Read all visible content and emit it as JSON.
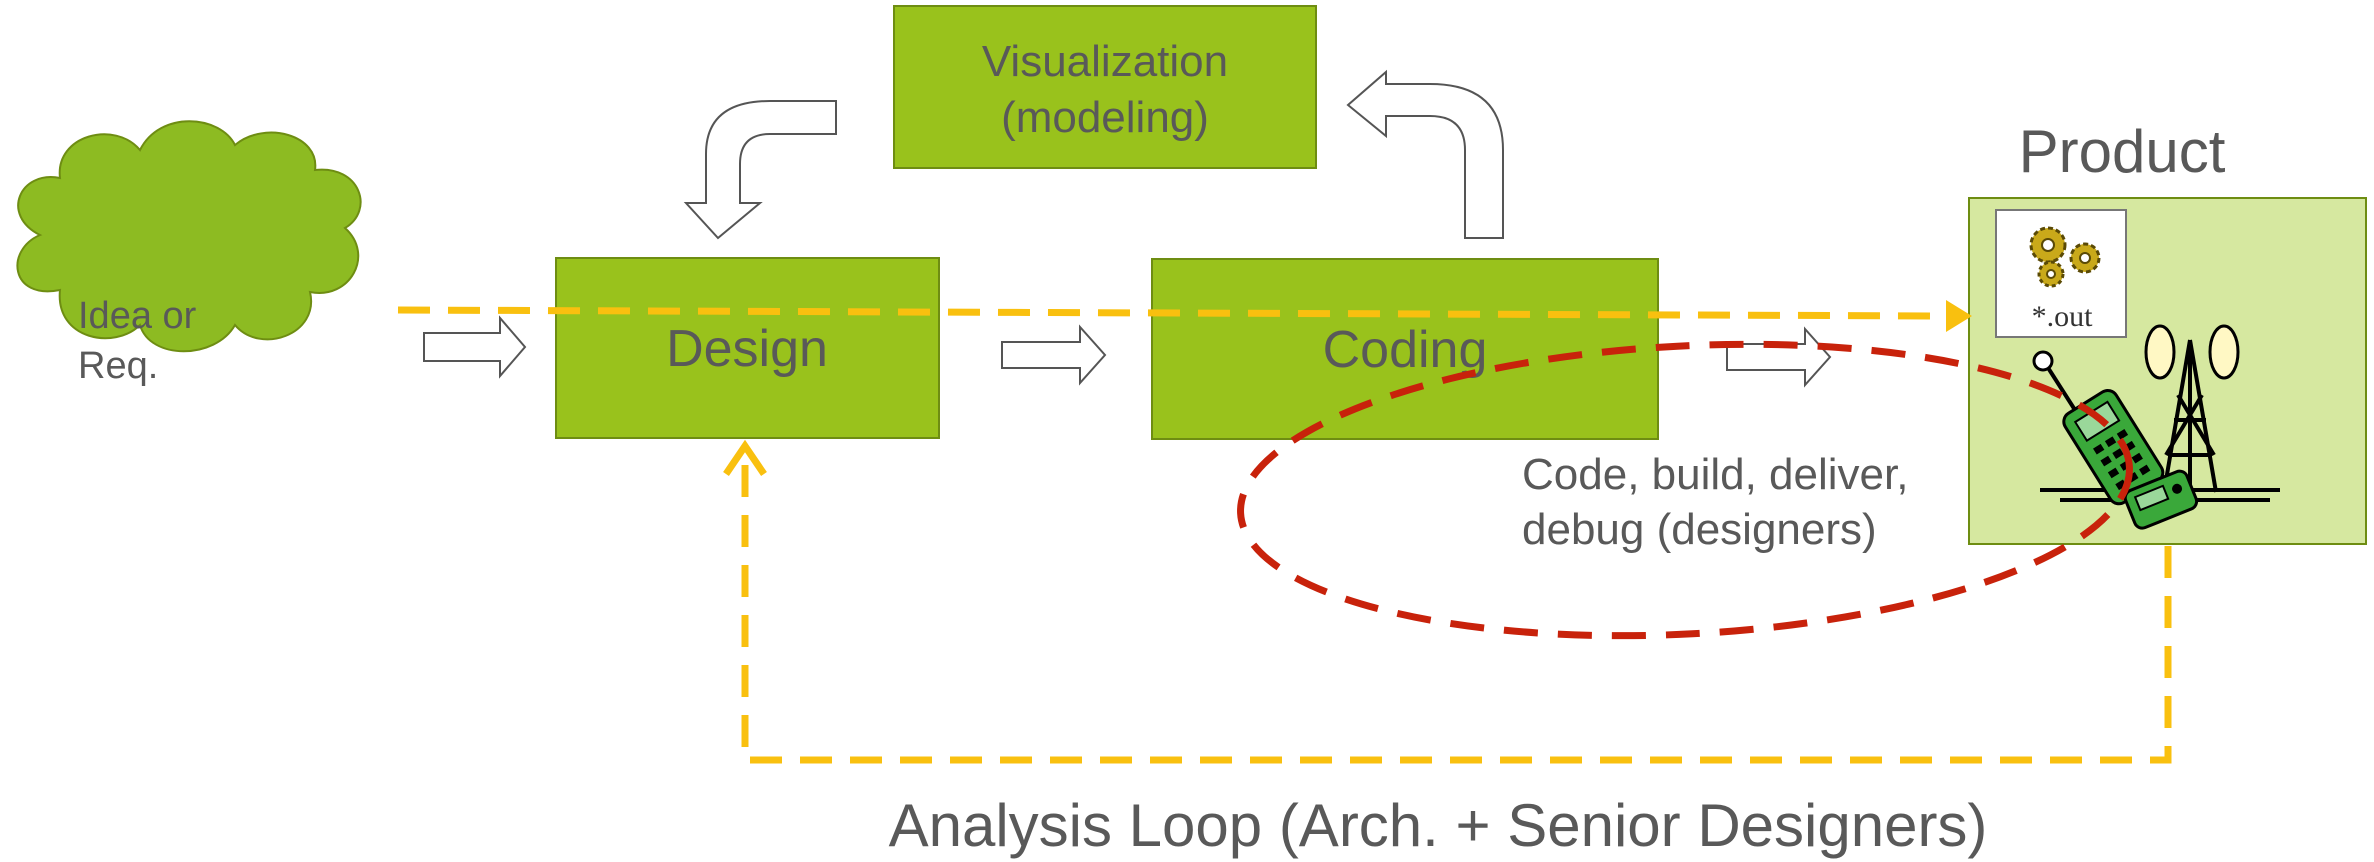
{
  "colors": {
    "box_fill": "#99c21c",
    "box_stroke": "#6e8d12",
    "cloud_fill": "#8dbb22",
    "product_fill": "#d6e8a0",
    "text": "#595959",
    "yellow_dash": "#f9c00f",
    "red_dash": "#c8220b",
    "hollow_arrow": "#ffffff"
  },
  "nodes": {
    "idea": {
      "line1": "Idea or",
      "line2": "Req."
    },
    "design": {
      "label": "Design"
    },
    "coding": {
      "label": "Coding"
    },
    "visualization": {
      "line1": "Visualization",
      "line2": "(modeling)"
    },
    "product": {
      "title": "Product",
      "artifact_label": "*.out"
    }
  },
  "annotations": {
    "inner_loop_line1": "Code, build, deliver,",
    "inner_loop_line2": "debug (designers)",
    "analysis_loop": "Analysis Loop (Arch. + Senior Designers)"
  },
  "icons": [
    "gears-icon",
    "phone-icon",
    "antenna-tower-icon",
    "pager-icon"
  ]
}
